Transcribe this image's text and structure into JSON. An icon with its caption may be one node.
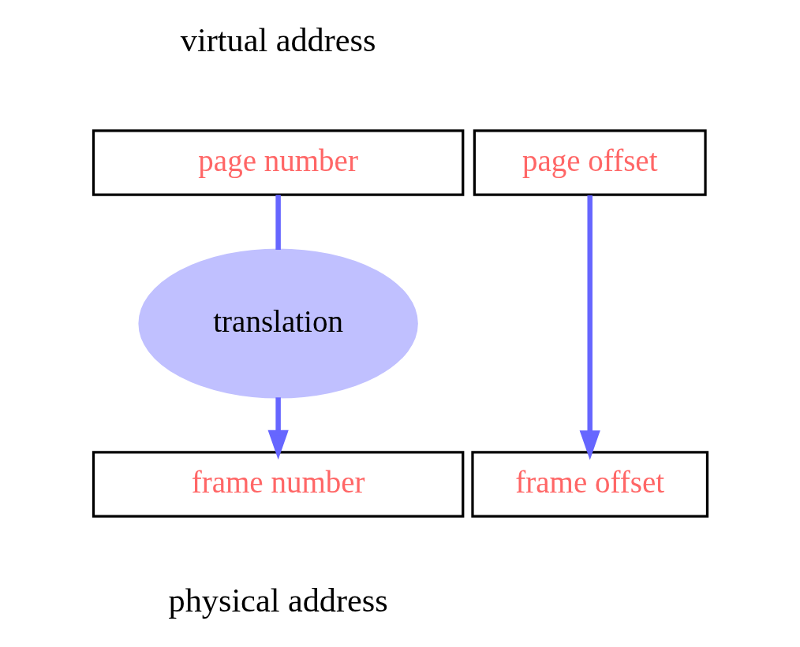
{
  "diagram": {
    "nodes": [
      {
        "text": [
          "page number"
        ]
      },
      {
        "text": [
          "page offset"
        ]
      },
      {
        "text": [
          "translation"
        ]
      },
      {
        "text": [
          "frame number"
        ]
      },
      {
        "text": [
          "frame offset"
        ]
      }
    ],
    "edges": [
      {
        "from": 0,
        "to": 2,
        "arrow": "none",
        "color": "#6666ff"
      },
      {
        "from": 2,
        "to": 3,
        "arrow": "to",
        "color": "#6666ff"
      },
      {
        "from": 1,
        "to": 4,
        "arrow": "to",
        "color": "#6666ff"
      }
    ],
    "labels": [
      "virtual address",
      "physical address"
    ]
  }
}
